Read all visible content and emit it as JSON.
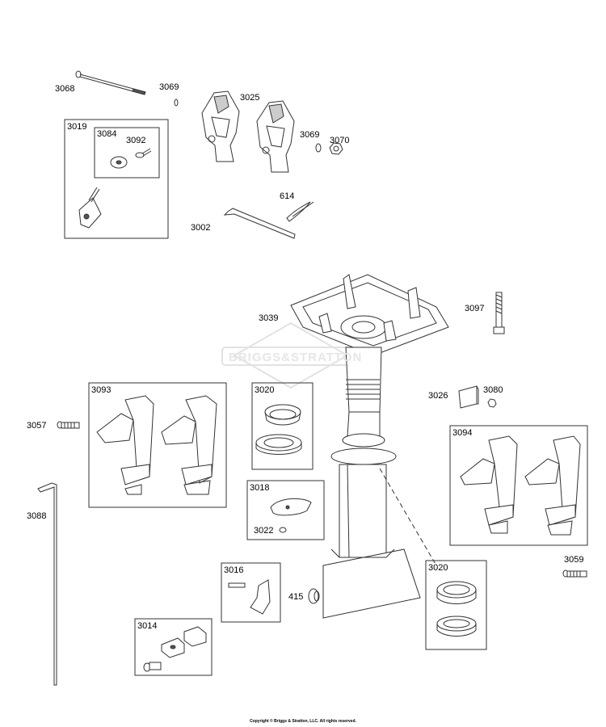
{
  "watermark": {
    "text": "BRIGGS&STRATTON"
  },
  "copyright": "Copyright © Briggs & Stratton, LLC. All rights reserved.",
  "labels": {
    "p3068": "3068",
    "p3069a": "3069",
    "p3025": "3025",
    "p3069b": "3069",
    "p3070": "3070",
    "p3019": "3019",
    "p3084": "3084",
    "p3092": "3092",
    "p614": "614",
    "p3002": "3002",
    "p3039": "3039",
    "p3097": "3097",
    "p3093": "3093",
    "p3020a": "3020",
    "p3057": "3057",
    "p3026": "3026",
    "p3080": "3080",
    "p3094": "3094",
    "p3088": "3088",
    "p3018": "3018",
    "p3022": "3022",
    "p3059": "3059",
    "p3016": "3016",
    "p415": "415",
    "p3020b": "3020",
    "p3014": "3014"
  }
}
